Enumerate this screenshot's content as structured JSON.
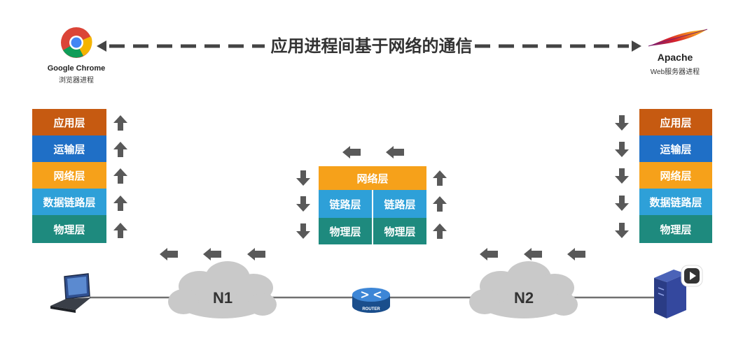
{
  "title": "应用进程间基于网络的通信",
  "client": {
    "name": "Google Chrome",
    "role": "浏览器进程",
    "icon": "chrome-logo-icon"
  },
  "server": {
    "name": "Apache",
    "role": "Web服务器进程",
    "icon": "apache-feather-icon"
  },
  "colors": {
    "application": "#C65A11",
    "transport": "#1F6FC6",
    "network": "#F6A11A",
    "datalink": "#2EA0D8",
    "physical": "#1E8A7E",
    "arrow": "#595959",
    "cloud": "#C9C9C9",
    "line": "#707070"
  },
  "left_stack": [
    "应用层",
    "运输层",
    "网络层",
    "数据链路层",
    "物理层"
  ],
  "right_stack": [
    "应用层",
    "运输层",
    "网络层",
    "数据链路层",
    "物理层"
  ],
  "router_stack": {
    "network": "网络层",
    "datalink_left": "链路层",
    "datalink_right": "链路层",
    "physical_left": "物理层",
    "physical_right": "物理层"
  },
  "networks": {
    "n1": "N1",
    "n2": "N2"
  },
  "router": {
    "label": "ROUTER",
    "icon": "router-icon"
  },
  "devices": {
    "client_icon": "laptop-icon",
    "server_icon": "server-tower-icon",
    "play_icon": "play-icon"
  }
}
